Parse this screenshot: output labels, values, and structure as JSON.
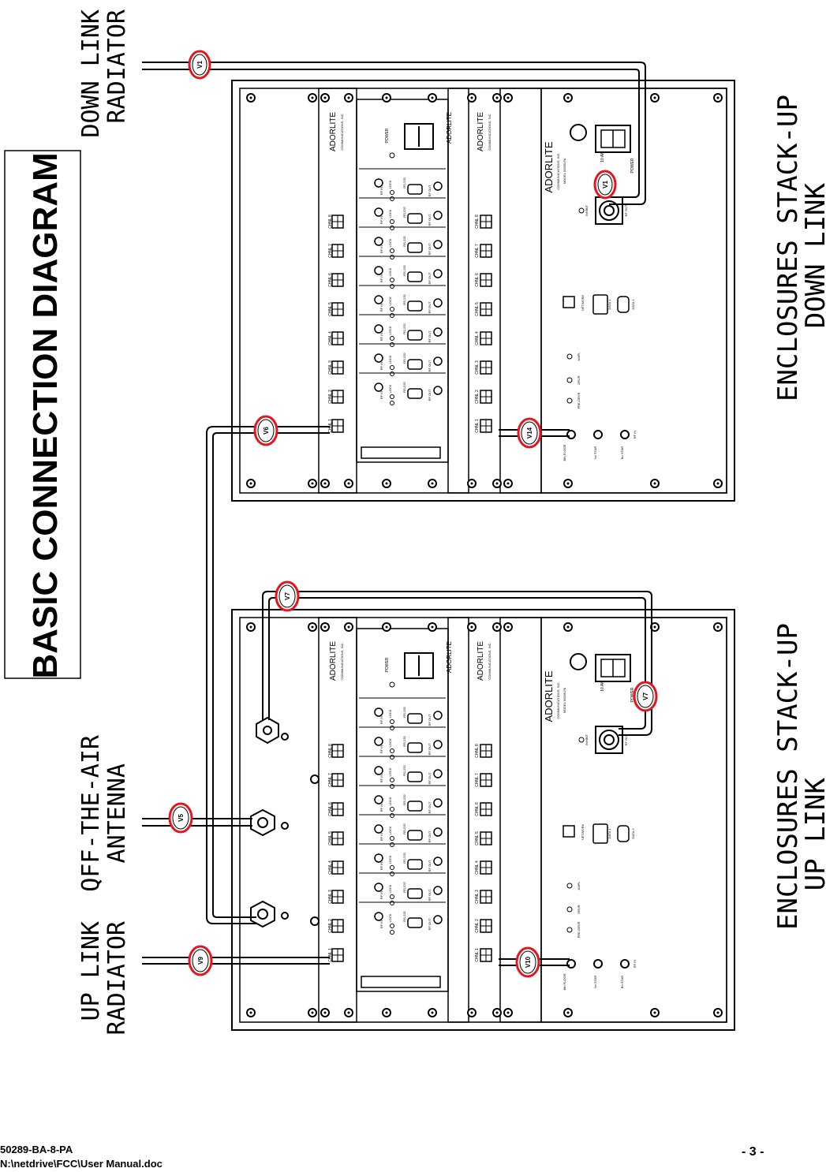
{
  "title": "BASIC CONNECTION DIAGRAM",
  "radiator_labels": {
    "downlink_radiator": [
      "DOWN LINK",
      "RADIATOR"
    ],
    "uplink_radiator": [
      "UP LINK",
      "RADIATOR"
    ],
    "off_air_antenna": [
      "QFF-THE-AIR",
      "ANTENNA"
    ]
  },
  "enclosure_titles": {
    "downlink": [
      "ENCLOSURES STACK-UP",
      "DOWN LINK"
    ],
    "uplink": [
      "ENCLOSURES STACK-UP",
      "UP LINK"
    ]
  },
  "callouts": {
    "downlink_radiator": "V1",
    "downlink_power_unit": "V1",
    "downlink_input": "V6",
    "downlink_output": "V14",
    "uplink_top": "V7",
    "uplink_power_unit": "V7",
    "off_air_antenna": "V5",
    "uplink_radiator": "V9",
    "uplink_output": "V10"
  },
  "brand": {
    "name": "ADORLITE",
    "subtitle": "COMMUNICATIONS, INC.",
    "model": "MODEL 50289-PA"
  },
  "card_labels": [
    "CHNL 1",
    "CHNL 2",
    "CHNL 3",
    "CHNL 4",
    "CHNL 5",
    "CHNL 6",
    "CHNL 7",
    "CHNL 8"
  ],
  "module_labels": {
    "rf_in": "RF IN",
    "lock": "LOCK",
    "rs232": "RS-232",
    "rf_out": "RF OUT",
    "power": "POWER"
  },
  "psu_labels": {
    "amp": "10 AMP",
    "power": "POWER",
    "inhibit": "INHIBIT",
    "rf_out": "RF OUT",
    "network": "NETWORK",
    "data1": "DATA 1",
    "data2": "DATA 2",
    "ampl": "AMPL",
    "driver": "DRVR",
    "predrvr": "PRE-DRVR",
    "floor": "Bth FLOOR",
    "nostar": "No STAR",
    "star": "Bo STAR",
    "rfin": "RF IN"
  },
  "footer": {
    "doc_number": "50289-BA-8-PA",
    "file_path": "N:\\netdrive\\FCC\\User Manual.doc",
    "page": "- 3 -"
  },
  "colors": {
    "callout": "#e8141c",
    "line": "#000000",
    "background": "#ffffff"
  }
}
